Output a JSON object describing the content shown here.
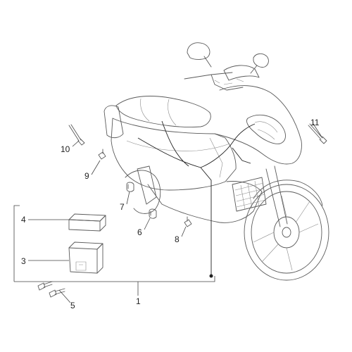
{
  "diagram": {
    "callouts": [
      {
        "id": "c1",
        "label": "1"
      },
      {
        "id": "c3",
        "label": "3"
      },
      {
        "id": "c4",
        "label": "4"
      },
      {
        "id": "c5",
        "label": "5"
      },
      {
        "id": "c6",
        "label": "6"
      },
      {
        "id": "c7",
        "label": "7"
      },
      {
        "id": "c8",
        "label": "8"
      },
      {
        "id": "c9",
        "label": "9"
      },
      {
        "id": "c10",
        "label": "10"
      },
      {
        "id": "c11",
        "label": "11"
      }
    ],
    "colors": {
      "line": "#5a5a5a",
      "leader": "#444444",
      "text": "#222222",
      "background": "#ffffff"
    }
  }
}
